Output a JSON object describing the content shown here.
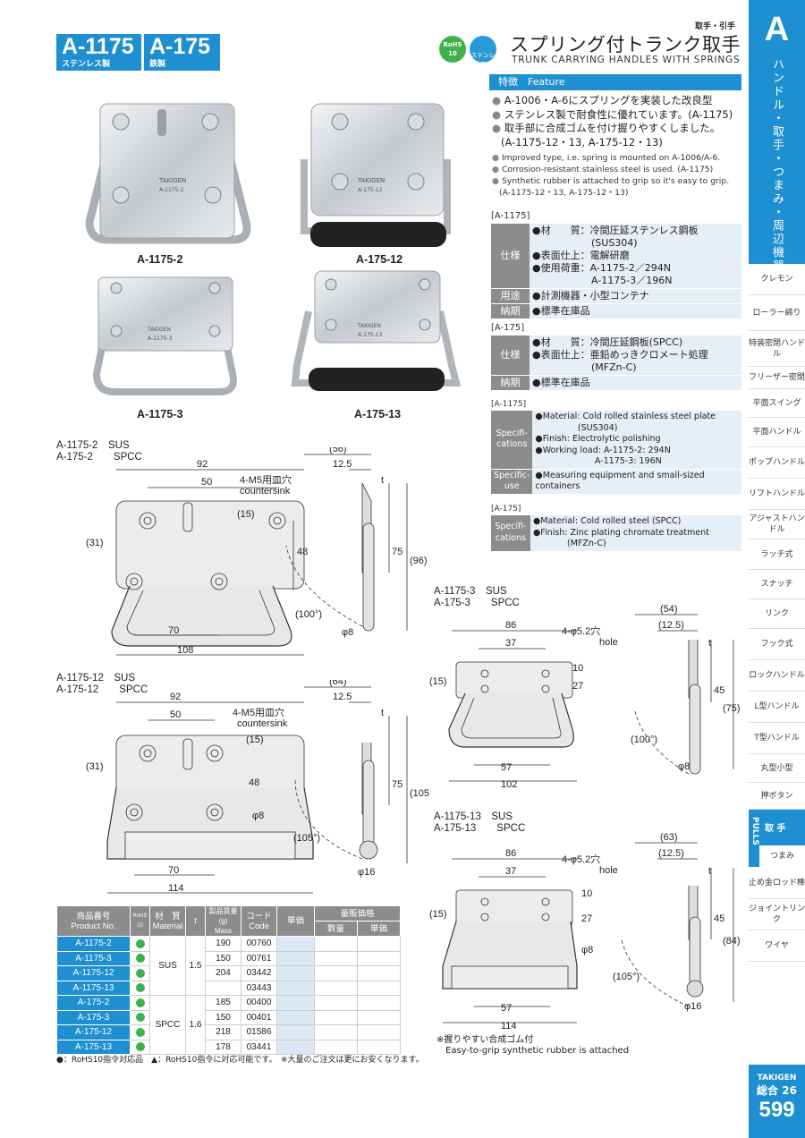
{
  "header": {
    "models": [
      {
        "code": "A-1175",
        "material": "ステンレス製"
      },
      {
        "code": "A-175",
        "material": "鉄製"
      }
    ],
    "category": "取手・引手",
    "title_ja": "スプリング付トランク取手",
    "title_en": "TRUNK CARRYING HANDLES WITH SPRINGS",
    "rohs_badge": "RoHS 10",
    "stainless_badge": "ステンレス"
  },
  "sidebar": {
    "tab_letter": "A",
    "tab_title": "ハンドル・取手・つまみ・周辺機器",
    "items": [
      "クレモン",
      "ローラー締り",
      "特装密閉ハンドル",
      "フリーザー密閉",
      "平面スイング",
      "平面ハンドル",
      "ポップハンドル",
      "リフトハンドル",
      "アジャストハンドル",
      "ラッチ式",
      "スナッチ",
      "リンク",
      "フック式",
      "ロックハンドル",
      "L型ハンドル",
      "T型ハンドル",
      "丸型小型",
      "押ボタン"
    ],
    "pulls_label": "PULLS",
    "pulls_active": "取 手",
    "pulls_sub": "つまみ",
    "items2": [
      "止め金ロッド棒",
      "ジョイントリンク",
      "ワイヤ"
    ],
    "footer_brand": "TAKIGEN",
    "footer_section": "総合 26",
    "page_number": "599"
  },
  "feature": {
    "heading": "特徴　Feature",
    "ja": [
      "A-1006・A-6にスプリングを実装した改良型",
      "ステンレス製で耐食性に優れています。(A-1175)",
      "取手部に合成ゴムを付け握りやすくしました。",
      "(A-1175-12・13, A-175-12・13)"
    ],
    "en": [
      "Improved type, i.e. spring is mounted on A-1006/A-6.",
      "Corrosion-resistant stainless steel is used. (A-1175)",
      "Synthetic rubber is attached to grip so it's easy to grip.",
      "(A-1175-12・13, A-175-12・13)"
    ]
  },
  "spec_ja": {
    "a1175_label": "[A-1175]",
    "a1175": [
      {
        "head": "仕様",
        "lines": [
          "●材　　質：冷間圧延ステンレス鋼板",
          "　　　　　　(SUS304)",
          "●表面仕上：電解研磨",
          "●使用荷重：A-1175-2／294N",
          "　　　　　　A-1175-3／196N"
        ]
      },
      {
        "head": "用途",
        "lines": [
          "●計測機器・小型コンテナ"
        ]
      },
      {
        "head": "納期",
        "lines": [
          "●標準在庫品"
        ]
      }
    ],
    "a175_label": "[A-175]",
    "a175": [
      {
        "head": "仕様",
        "lines": [
          "●材　　質：冷間圧延鋼板(SPCC)",
          "●表面仕上：亜鉛めっきクロメート処理",
          "　　　　　　(MFZn-C)"
        ]
      },
      {
        "head": "納期",
        "lines": [
          "●標準在庫品"
        ]
      }
    ]
  },
  "spec_en": {
    "a1175_label": "[A-1175]",
    "a1175": [
      {
        "head": "Specifi-cations",
        "lines": [
          "●Material: Cold rolled stainless steel plate",
          "　　　　　(SUS304)",
          "●Finish: Electrolytic polishing",
          "●Working load: A-1175-2: 294N",
          "　　　　　　　A-1175-3: 196N"
        ]
      },
      {
        "head": "Specific-use",
        "lines": [
          "●Measuring equipment and small-sized",
          "  containers"
        ]
      }
    ],
    "a175_label": "[A-175]",
    "a175": [
      {
        "head": "Specifi-cations",
        "lines": [
          "●Material: Cold rolled steel (SPCC)",
          "●Finish: Zinc plating chromate treatment",
          "　　　　(MFZn-C)"
        ]
      }
    ]
  },
  "photos": {
    "captions": [
      "A-1175-2",
      "A-175-12",
      "A-1175-3",
      "A-175-13"
    ],
    "stamp1": "TAKIGEN",
    "stamp_models": [
      "A-1175-2",
      "A-175-12",
      "A-1175-3",
      "A-175-13"
    ]
  },
  "drawings": {
    "d1": {
      "label1": "A-1175-2　SUS",
      "label2": "A-175-2　　SPCC",
      "dims": [
        "92",
        "50",
        "4-M5用皿穴",
        "countersink",
        "(15)",
        "(31)",
        "48",
        "70",
        "108",
        "(56)",
        "12.5",
        "t",
        "75",
        "(96)",
        "(100°)",
        "φ8"
      ]
    },
    "d2": {
      "label1": "A-1175-12　SUS",
      "label2": "A-175-12　　SPCC",
      "dims": [
        "92",
        "50",
        "4-M5用皿穴",
        "countersink",
        "(15)",
        "(31)",
        "48",
        "φ8",
        "70",
        "114",
        "(64)",
        "12.5",
        "t",
        "75",
        "(105)",
        "(105°)",
        "φ16"
      ]
    },
    "d3": {
      "label1": "A-1175-3　SUS",
      "label2": "A-175-3　　SPCC",
      "dims": [
        "86",
        "37",
        "4-φ5.2穴",
        "hole",
        "(15)",
        "27",
        "10",
        "57",
        "102",
        "(54)",
        "(12.5)",
        "t",
        "45",
        "(75)",
        "(100°)",
        "φ8"
      ]
    },
    "d4": {
      "label1": "A-1175-13　SUS",
      "label2": "A-175-13　　SPCC",
      "dims": [
        "86",
        "37",
        "4-φ5.2穴",
        "hole",
        "(15)",
        "27",
        "10",
        "φ8",
        "57",
        "114",
        "(63)",
        "(12.5)",
        "t",
        "45",
        "(84)",
        "(105°)",
        "φ16"
      ]
    },
    "note_ja": "※握りやすい合成ゴム付",
    "note_en": "Easy-to-grip synthetic rubber is attached"
  },
  "product_table": {
    "headers": {
      "pn_ja": "商品番号",
      "pn_en": "Product No.",
      "rohs": "RoHS 10",
      "mat_ja": "材　質",
      "mat_en": "Material",
      "t": "t",
      "mass_ja": "製品質量(g)",
      "mass_en": "Mass",
      "code_ja": "コード",
      "code_en": "Code",
      "unit_price": "単価",
      "bulk": "量販価格",
      "qty": "数量",
      "bulk_unit": "単価"
    },
    "rows": [
      {
        "pn": "A-1175-2",
        "mat": "SUS",
        "t": "1.5",
        "mass": "190",
        "code": "00760"
      },
      {
        "pn": "A-1175-3",
        "mat": "",
        "t": "",
        "mass": "150",
        "code": "00761"
      },
      {
        "pn": "A-1175-12",
        "mat": "",
        "t": "",
        "mass": "204",
        "code": "03442"
      },
      {
        "pn": "A-1175-13",
        "mat": "",
        "t": "",
        "mass": "",
        "code": "03443"
      },
      {
        "pn": "A-175-2",
        "mat": "SPCC",
        "t": "1.6",
        "mass": "185",
        "code": "00400"
      },
      {
        "pn": "A-175-3",
        "mat": "",
        "t": "",
        "mass": "150",
        "code": "00401"
      },
      {
        "pn": "A-175-12",
        "mat": "",
        "t": "",
        "mass": "218",
        "code": "01586"
      },
      {
        "pn": "A-175-13",
        "mat": "",
        "t": "",
        "mass": "178",
        "code": "03441"
      }
    ],
    "footnote": "●：RoHS10指令対応品　▲：RoHS10指令に対応可能です。　※大量のご注文は更にお安くなります。"
  },
  "colors": {
    "accent": "#1e8fd0",
    "gray_head": "#8c8c8c",
    "light_blue": "#e6eef7",
    "rohs_green": "#3db14b"
  }
}
